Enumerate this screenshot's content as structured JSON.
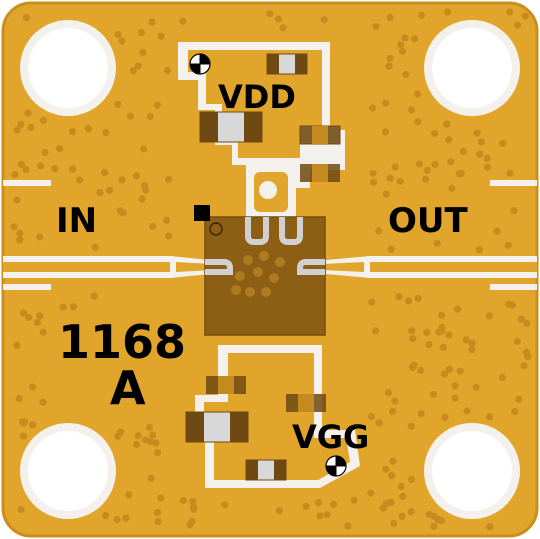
{
  "labels": {
    "vdd": "VDD",
    "vgg": "VGG",
    "in": "IN",
    "out": "OUT",
    "part_number": "1168",
    "revision": "A"
  },
  "colors": {
    "board": "#E0A52A",
    "board_dark": "#C98E1C",
    "vias": "#C88A1E",
    "trace": "#F4F1EC",
    "chip": "#8C5F14",
    "chip_pad": "#D0D0D0",
    "component_body": "#D8D8D8",
    "component_end": "#6E4A12"
  }
}
